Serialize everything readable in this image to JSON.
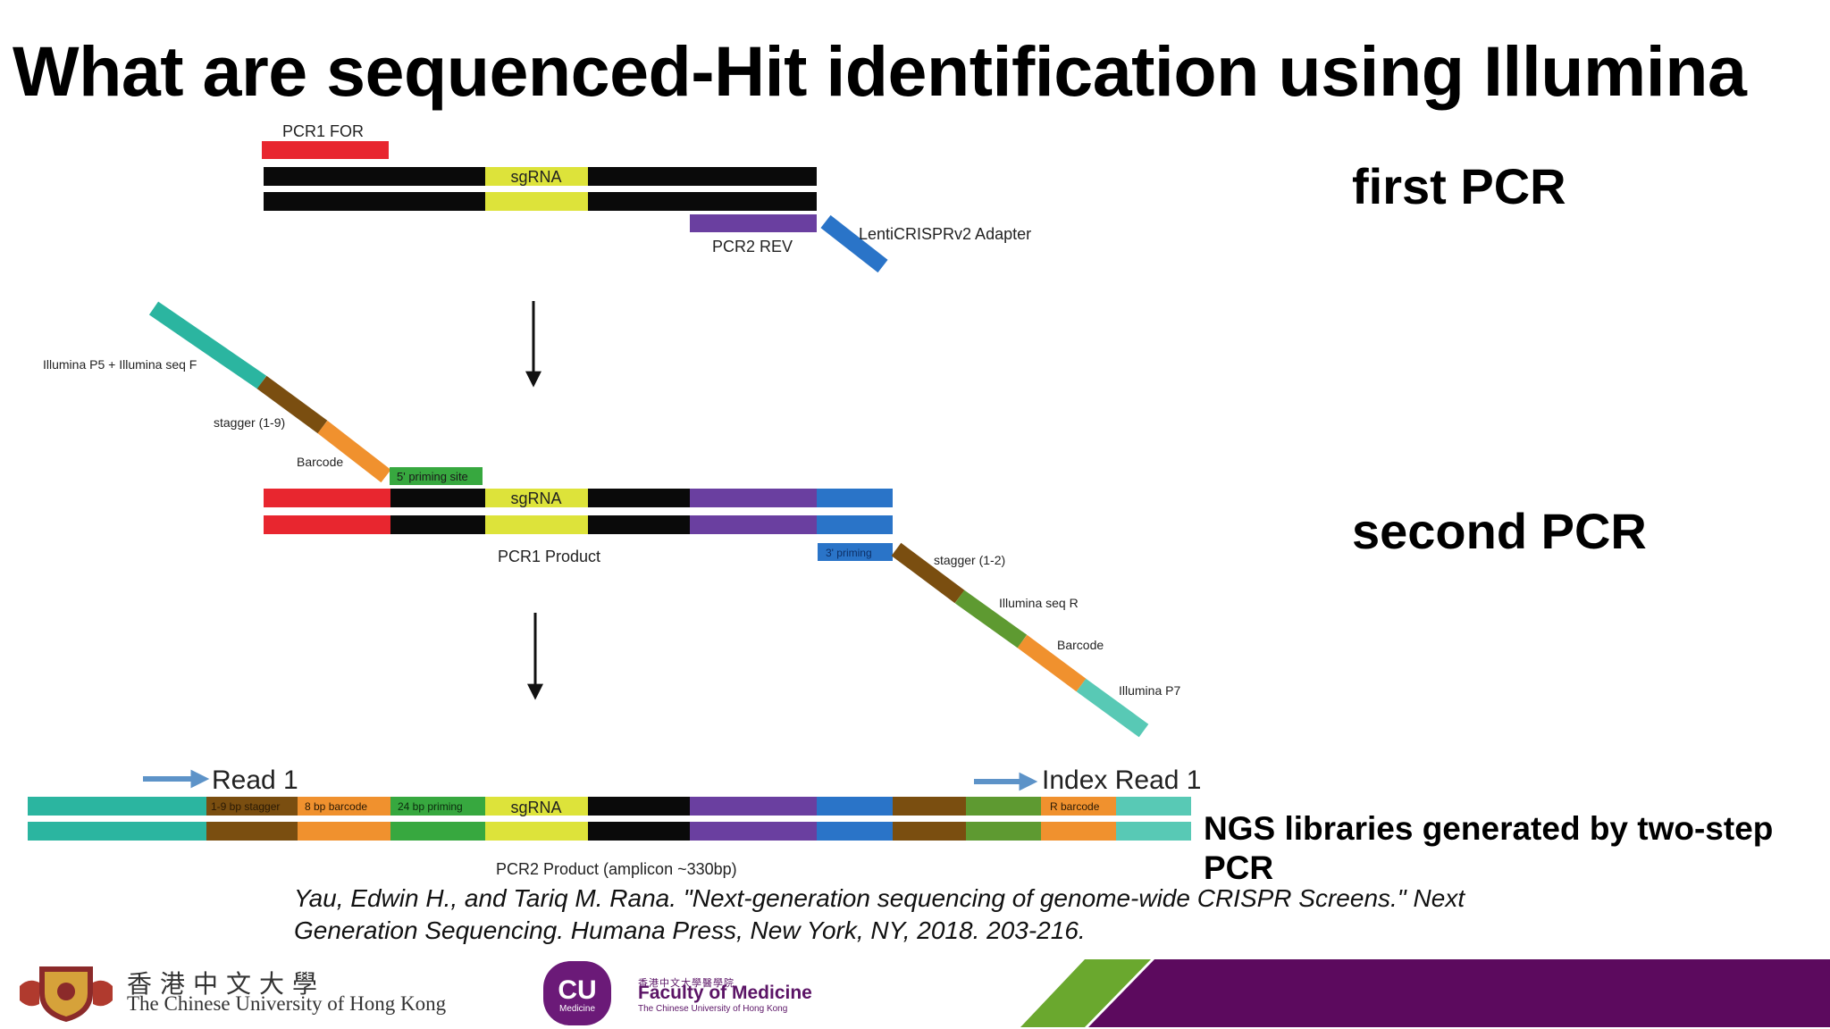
{
  "title": "What are sequenced-Hit identification using Illumina",
  "side_labels": {
    "first": "first PCR",
    "second": "second PCR"
  },
  "diagram": {
    "pcr1_for": "PCR1 FOR",
    "sgrna": "sgRNA",
    "pcr2_rev": "PCR2 REV",
    "adapter": "LentiCRISPRv2 Adapter",
    "p5": "Illumina P5 + Illumina seq F",
    "stagger19": "stagger (1-9)",
    "barcode": "Barcode",
    "priming5": "5' priming site",
    "pcr1_product": "PCR1 Product",
    "priming3": "3' priming",
    "stagger12": "stagger (1-2)",
    "seqR": "Illumina seq R",
    "barcode2": "Barcode",
    "p7": "Illumina P7",
    "read1": "Read 1",
    "index_read1": "Index Read 1",
    "stag_bp": "1-9 bp stagger",
    "barcode_bp": "8 bp barcode",
    "priming_bp": "24 bp priming",
    "r_barcode": "R barcode",
    "pcr2_product": "PCR2 Product (amplicon ~330bp)"
  },
  "colors": {
    "red": "#e8262f",
    "black": "#0a0a0a",
    "yellow": "#dde33a",
    "purple": "#6a3fa0",
    "blue": "#2a74c8",
    "teal": "#2bb5a0",
    "brown": "#7a4e10",
    "orange": "#f0912e",
    "green": "#37a83f",
    "olive": "#5e9a31",
    "lightteal": "#58c9b5",
    "arrowblue": "#5d93c8",
    "footer_purple": "#5c0a5e",
    "footer_green": "#6aa82e"
  },
  "ngs_caption": "NGS libraries generated by two-step PCR",
  "citation": "Yau, Edwin H., and Tariq M. Rana. \"Next-generation sequencing of genome-wide CRISPR Screens.\" Next Generation Sequencing. Humana Press, New York, NY, 2018. 203-216.",
  "footer": {
    "cuhk_chinese": "香港中文大學",
    "cuhk_english": "The Chinese University of Hong Kong",
    "cu_logo": "CU",
    "cu_logo_sub": "Medicine",
    "med_chinese": "香港中文大學醫學院",
    "med_english": "Faculty of Medicine",
    "med_sub": "The Chinese University of Hong Kong"
  }
}
